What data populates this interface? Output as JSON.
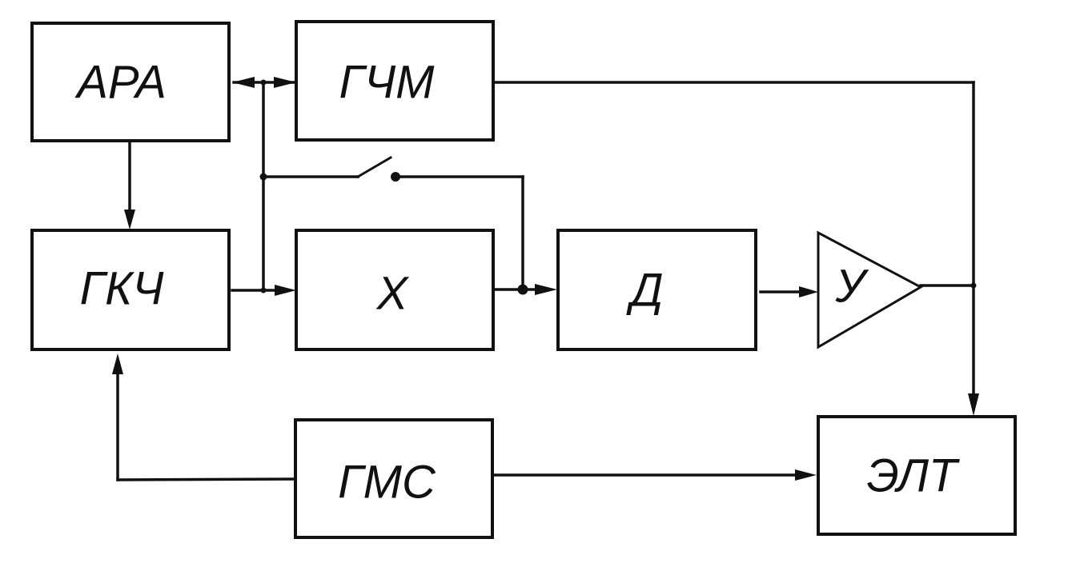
{
  "diagram": {
    "type": "block-diagram",
    "colors": {
      "stroke": "#111111",
      "background": "#ffffff"
    },
    "blocks": {
      "ara": {
        "label": "АРА"
      },
      "gchm": {
        "label": "ГЧМ"
      },
      "gkch": {
        "label": "ГКЧ"
      },
      "x": {
        "label": "Х"
      },
      "d": {
        "label": "Д"
      },
      "u": {
        "label": "У",
        "shape": "triangle-amplifier"
      },
      "gms": {
        "label": "ГМС"
      },
      "elt": {
        "label": "ЭЛТ"
      }
    },
    "connections": [
      {
        "from": "АРА",
        "to": "ГКЧ"
      },
      {
        "from": "ГКЧ",
        "to": "Х"
      },
      {
        "from": "ГКЧ",
        "to": "АРА",
        "note": "bidirectional branch"
      },
      {
        "from": "ГКЧ",
        "to": "ГЧМ",
        "note": "bidirectional branch"
      },
      {
        "from": "ГКЧ",
        "to": "Д",
        "via": "switch"
      },
      {
        "from": "Х",
        "to": "Д"
      },
      {
        "from": "Д",
        "to": "У"
      },
      {
        "from": "У",
        "to": "ЭЛТ"
      },
      {
        "from": "ГЧМ",
        "to": "ЭЛТ"
      },
      {
        "from": "ГМС",
        "to": "ГКЧ"
      },
      {
        "from": "ГМС",
        "to": "ЭЛТ"
      }
    ]
  }
}
